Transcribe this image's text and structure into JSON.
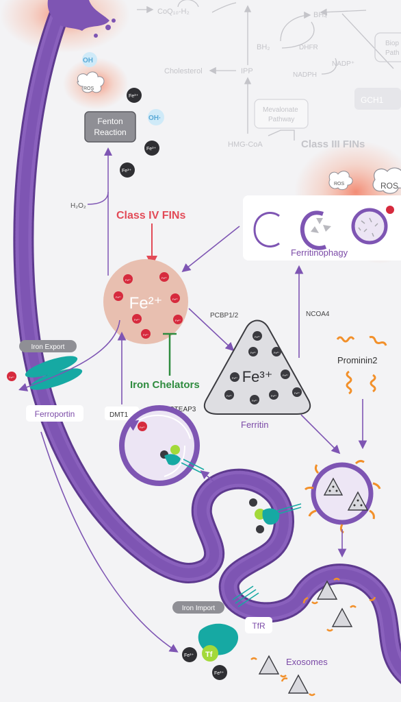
{
  "colors": {
    "membrane": "#7e55b3",
    "membrane_dark": "#5e3a8f",
    "iron_pool": "#e8bfb0",
    "fe_red": "#d62a3d",
    "class_iv": "#e24a57",
    "chelator": "#2e8b3e",
    "teal": "#16a9a3",
    "orange": "#f2902a",
    "faint": "#c4c4c9"
  },
  "top_pathway": {
    "coq10": "CoQ₁₀-H₂",
    "bh4": "BH₄",
    "bh2": "BH₂",
    "dhfr": "DHFR",
    "nadp": "NADP⁺",
    "nadph": "NADPH",
    "biop_1": "Biop",
    "biop_2": "Path",
    "cholesterol": "Cholesterol",
    "ipp": "IPP",
    "gch1": "GCH1",
    "mevalonate_1": "Mevalonate",
    "mevalonate_2": "Pathway",
    "hmgcoa": "HMG-CoA",
    "class_iii": "Class III FINs"
  },
  "fenton": {
    "line1": "Fenton",
    "line2": "Reaction",
    "oh": "OH",
    "oh_dot": "OH·",
    "ros": "ROS",
    "fe3": "Fe³⁺",
    "h2o2": "H₂O₂"
  },
  "class_iv": "Class IV FINs",
  "iron_pool": {
    "label": "Fe²⁺",
    "ion": "Fe²⁺"
  },
  "iron_chelators": "Iron Chelators",
  "pcbp": "PCBP1/2",
  "ncoa4": "NCOA4",
  "ferritinophagy": {
    "label": "Ferritinophagy",
    "ros": "ROS"
  },
  "ferritin": {
    "symbol": "Fe³⁺",
    "label": "Ferritin",
    "ion": "Fe³⁺"
  },
  "prominin2": "Prominin2",
  "iron_export": {
    "badge": "Iron Export",
    "ion": "Fe²⁺",
    "transporter": "Ferroportin"
  },
  "endosome": {
    "dmt1": "DMT1",
    "steap3": "STEAP3",
    "ion": "Fe²⁺"
  },
  "iron_import": {
    "badge": "Iron Import",
    "tfr": "TfR",
    "tf": "Tf",
    "fe3": "Fe³⁺"
  },
  "exosomes": "Exosomes"
}
